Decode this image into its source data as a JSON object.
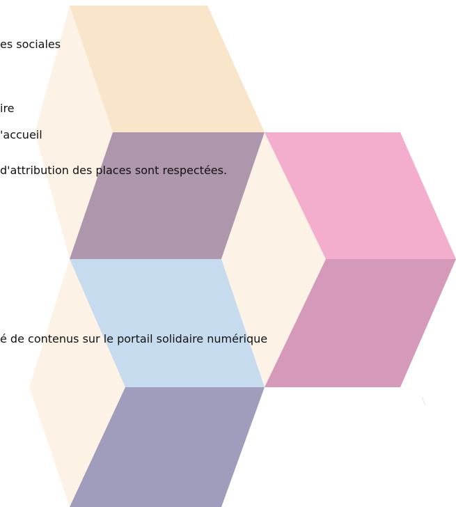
{
  "lines": [
    "es sociales",
    "ire",
    "'accueil",
    "d'attribution des places sont respectées.",
    "é de contenus sur le portail solidaire numérique"
  ],
  "colors": {
    "cream_light": "#FDF2E6",
    "cream_dark": "#F8E5CA",
    "mauve": "#AE96AC",
    "pink": "#F4AECD",
    "pink_dark": "#D59ABA",
    "light_blue": "#C6DBEE",
    "slate_purple": "#A09DBC"
  }
}
